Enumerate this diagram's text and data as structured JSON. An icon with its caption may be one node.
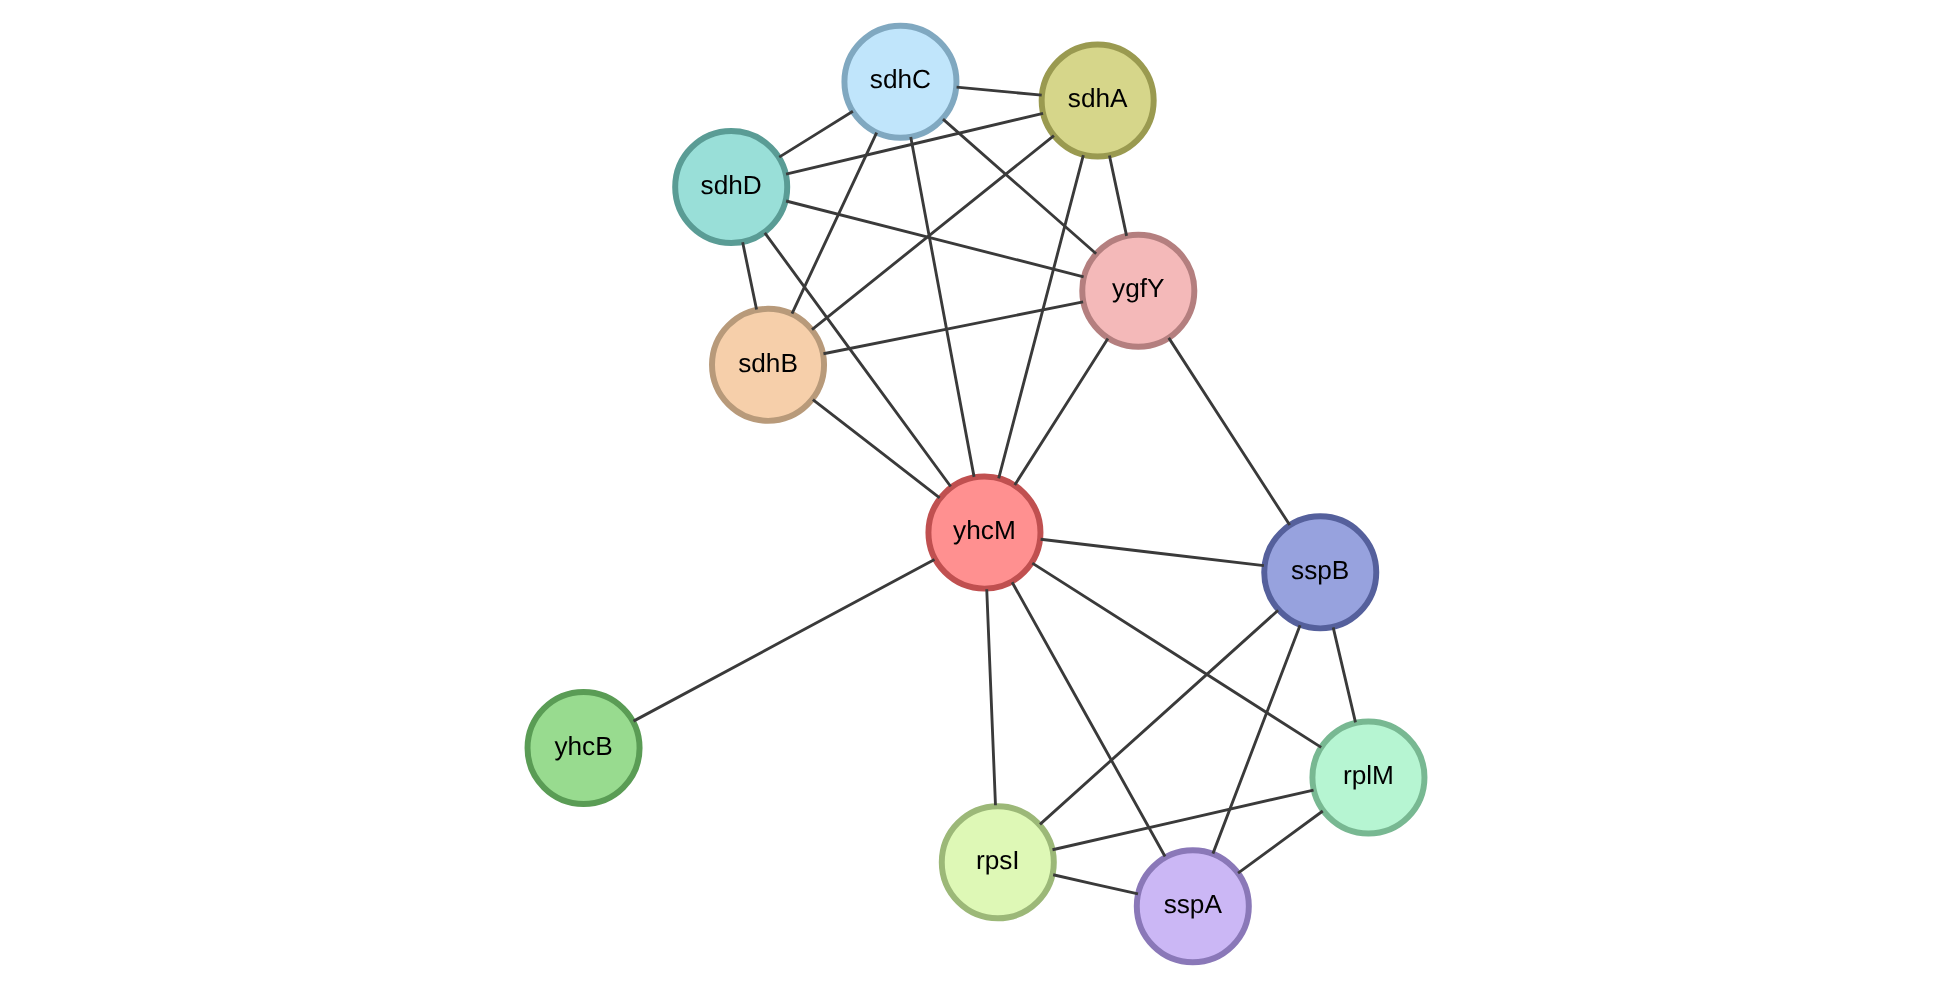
{
  "diagram": {
    "nodes": [
      {
        "text": [
          "sdhD"
        ]
      },
      {
        "text": [
          "sdhA"
        ]
      },
      {
        "text": [
          "sdhB"
        ]
      },
      {
        "text": [
          "sdhC"
        ]
      },
      {
        "text": [
          "ygfY"
        ]
      },
      {
        "text": [
          "yhcM"
        ]
      },
      {
        "text": [
          "yhcB"
        ]
      },
      {
        "text": [
          "sspB"
        ]
      },
      {
        "text": [
          "rpsI"
        ]
      },
      {
        "text": [
          "rplM"
        ]
      },
      {
        "text": [
          "sspA"
        ]
      }
    ],
    "edges": [
      {
        "from": 0,
        "to": 1,
        "arrow": "none"
      },
      {
        "from": 0,
        "to": 2,
        "arrow": "none"
      },
      {
        "from": 0,
        "to": 3,
        "arrow": "none"
      },
      {
        "from": 0,
        "to": 4,
        "arrow": "none"
      },
      {
        "from": 0,
        "to": 5,
        "arrow": "none"
      },
      {
        "from": 1,
        "to": 2,
        "arrow": "none"
      },
      {
        "from": 1,
        "to": 3,
        "arrow": "none"
      },
      {
        "from": 1,
        "to": 4,
        "arrow": "none"
      },
      {
        "from": 1,
        "to": 5,
        "arrow": "none"
      },
      {
        "from": 2,
        "to": 3,
        "arrow": "none"
      },
      {
        "from": 2,
        "to": 4,
        "arrow": "none"
      },
      {
        "from": 2,
        "to": 5,
        "arrow": "none"
      },
      {
        "from": 3,
        "to": 4,
        "arrow": "none"
      },
      {
        "from": 3,
        "to": 5,
        "arrow": "none"
      },
      {
        "from": 4,
        "to": 5,
        "arrow": "none"
      },
      {
        "from": 4,
        "to": 7,
        "arrow": "none"
      },
      {
        "from": 5,
        "to": 6,
        "arrow": "none"
      },
      {
        "from": 5,
        "to": 7,
        "arrow": "none"
      },
      {
        "from": 5,
        "to": 8,
        "arrow": "none"
      },
      {
        "from": 5,
        "to": 9,
        "arrow": "none"
      },
      {
        "from": 5,
        "to": 10,
        "arrow": "none"
      },
      {
        "from": 7,
        "to": 8,
        "arrow": "none"
      },
      {
        "from": 7,
        "to": 10,
        "arrow": "none"
      },
      {
        "from": 7,
        "to": 9,
        "arrow": "none"
      },
      {
        "from": 8,
        "to": 10,
        "arrow": "none"
      },
      {
        "from": 8,
        "to": 9,
        "arrow": "none"
      },
      {
        "from": 10,
        "to": 9,
        "arrow": "none"
      }
    ]
  }
}
